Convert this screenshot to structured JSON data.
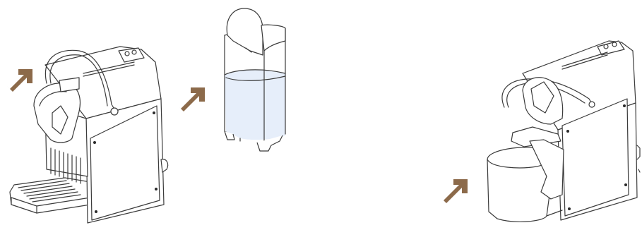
{
  "colors": {
    "arrow": "#8c6a4a",
    "outline": "#3b3b3b",
    "water": "#e6eefa",
    "background": "#ffffff"
  },
  "figures": [
    {
      "name": "coffee-machine-front",
      "icon": "espresso-machine-icon"
    },
    {
      "name": "water-tank",
      "icon": "water-tank-icon"
    },
    {
      "name": "coffee-machine-with-cup",
      "icon": "espresso-machine-with-cup-icon"
    }
  ],
  "arrows": [
    {
      "icon": "arrow-icon",
      "direction": "up-right"
    },
    {
      "icon": "arrow-icon",
      "direction": "up-right"
    },
    {
      "icon": "arrow-icon",
      "direction": "up-right"
    }
  ]
}
